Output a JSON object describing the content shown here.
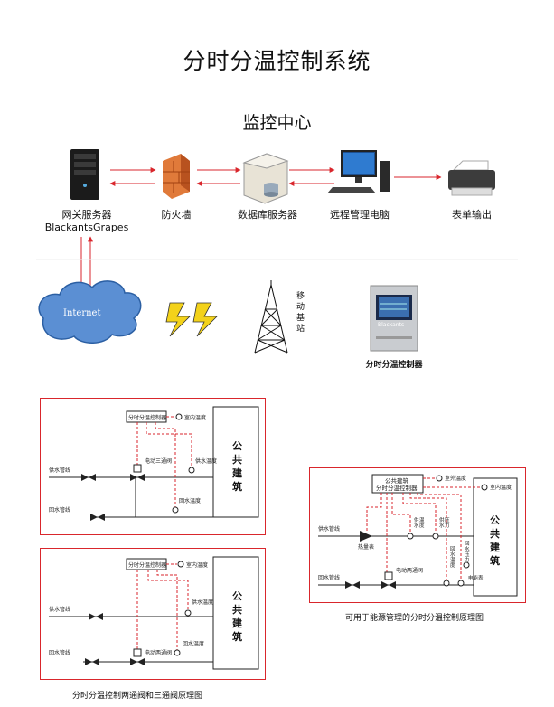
{
  "title": "分时分温控制系统",
  "monitor_center": "监控中心",
  "devices": [
    {
      "name": "网关服务器",
      "name2": "BlackantsGrapes"
    },
    {
      "name": "防火墙"
    },
    {
      "name": "数据库服务器"
    },
    {
      "name": "远程管理电脑"
    },
    {
      "name": "表单输出"
    }
  ],
  "internet": "Internet",
  "tower_label": [
    "移",
    "动",
    "基",
    "站"
  ],
  "controller_label": "分时分温控制器",
  "controller_brand": "Blackants",
  "diagram1": {
    "controller": "分时分温控制器",
    "indoor_temp": "室内温度",
    "valve": "电动三通阀",
    "supply_temp": "供水温度",
    "return_temp": "回水温度",
    "supply_pipe": "供水管线",
    "return_pipe": "回水管线",
    "building": [
      "公",
      "共",
      "建",
      "筑"
    ]
  },
  "diagram2": {
    "controller": "分时分温控制器",
    "indoor_temp": "室内温度",
    "valve": "电动两通阀",
    "supply_temp": "供水温度",
    "return_temp": "回水温度",
    "supply_pipe": "供水管线",
    "return_pipe": "回水管线",
    "building": [
      "公",
      "共",
      "建",
      "筑"
    ]
  },
  "diagram3": {
    "controller_line1": "公共建筑",
    "controller_line2": "分时分温控制器",
    "outdoor_temp": "室外温度",
    "indoor_temp": "室内温度",
    "heat_meter": "热量表",
    "supply_temp": [
      "供",
      "水",
      "温",
      "度"
    ],
    "supply_pressure": [
      "供",
      "水",
      "压",
      "力"
    ],
    "return_temp": [
      "回",
      "水",
      "温",
      "度"
    ],
    "return_pressure": [
      "回",
      "水",
      "压",
      "力"
    ],
    "power_meter": "电能表",
    "valve": "电动两通阀",
    "supply_pipe": "供水管线",
    "return_pipe": "回水管线",
    "building": [
      "公",
      "共",
      "建",
      "筑"
    ]
  },
  "caption_left": "分时分温控制两通阀和三通阀原理图",
  "caption_right": "可用于能源管理的分时分温控制原理图",
  "colors": {
    "accent_red": "#d9262c",
    "line": "#222222",
    "firewall": "#e07a3a"
  }
}
